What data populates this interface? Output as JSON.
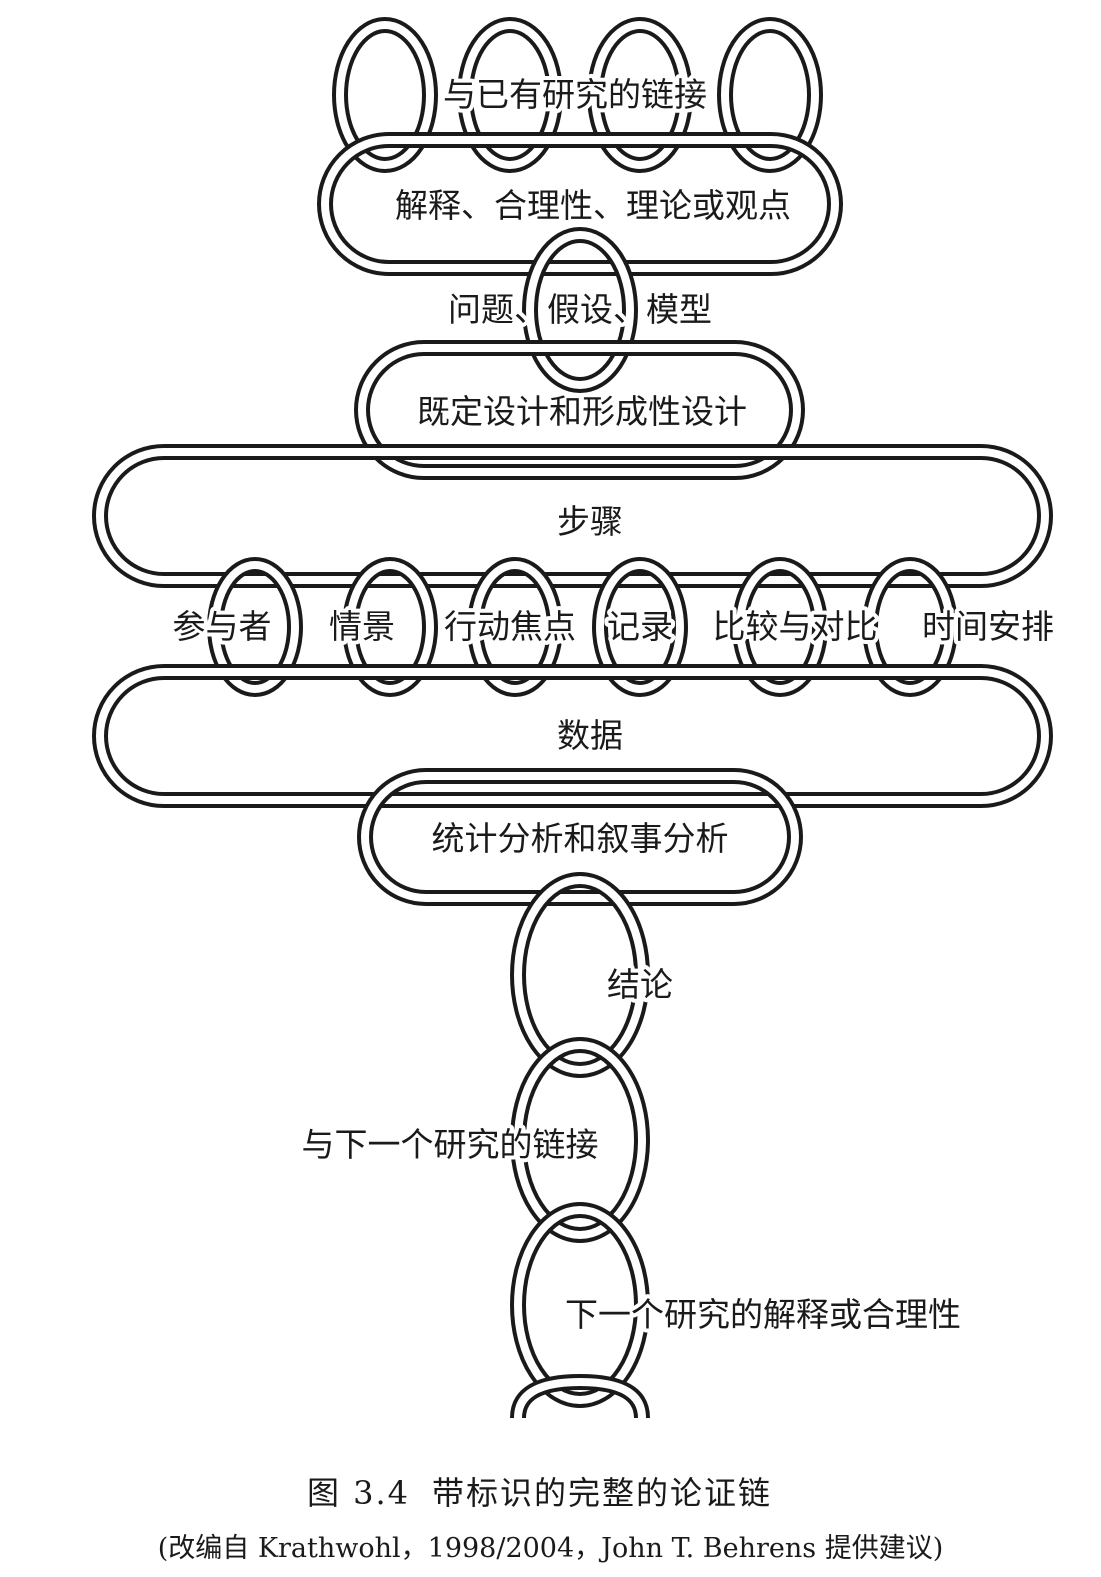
{
  "diagram": {
    "links": {
      "prior": "与已有研究的链接",
      "explanation": "解释、合理性、理论或观点",
      "questions": "问题、假设、模型",
      "design": "既定设计和形成性设计",
      "steps": "步骤",
      "elements": [
        "参与者",
        "情景",
        "行动焦点",
        "记录",
        "比较与对比",
        "时间安排"
      ],
      "data": "数据",
      "analysis": "统计分析和叙事分析",
      "conclusion": "结论",
      "next_link": "与下一个研究的链接",
      "next_explanation": "下一个研究的解释或合理性"
    }
  },
  "caption": {
    "figure_number": "图 3.4",
    "title": "带标识的完整的论证链",
    "source": "(改编自 Krathwohl，1998/2004，John T. Behrens 提供建议)"
  }
}
